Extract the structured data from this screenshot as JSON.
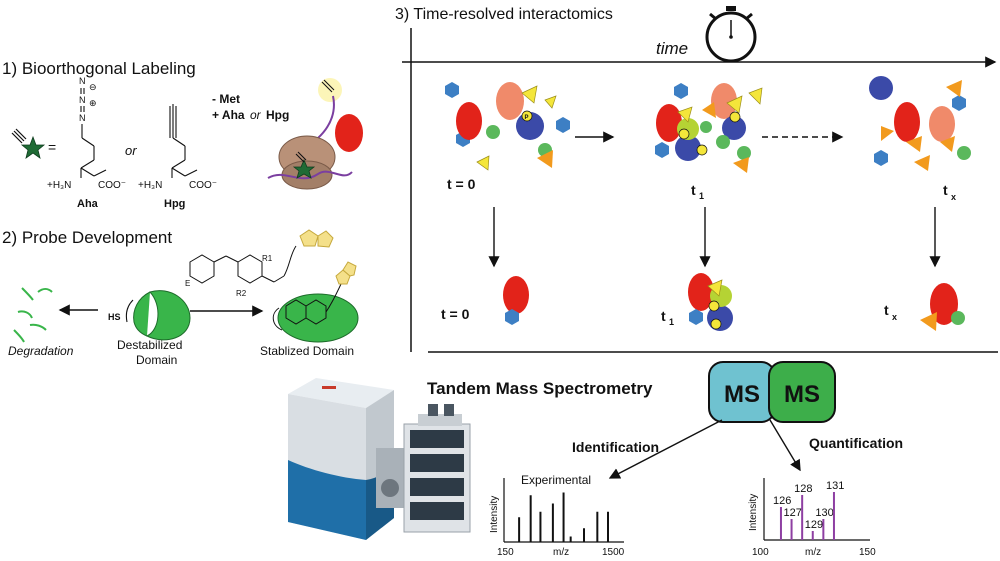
{
  "sections": {
    "labeling": {
      "title": "1) Bioorthogonal Labeling",
      "equals": "=",
      "or": "or",
      "aha": "Aha",
      "hpg": "Hpg",
      "condition_line1": "- Met",
      "condition_line2_prefix": "+ Aha",
      "condition_line2_or": "or",
      "condition_line2_suffix": "Hpg",
      "h3n": "+H₃N",
      "coo": "COO⁻",
      "n_plus": "⊕",
      "n_minus": "⊖",
      "n": "N"
    },
    "probe": {
      "title": "2) Probe Development",
      "degradation": "Degradation",
      "destabilized_line1": "Destabilized",
      "destabilized_line2": "Domain",
      "stabilized": "Stablized Domain",
      "hs": "HS",
      "r1": "R1",
      "r2": "R2",
      "e": "E"
    },
    "interactomics": {
      "title": "3) Time-resolved interactomics",
      "time": "time",
      "t0": "t = 0",
      "t1": "t",
      "t1_sub": "1",
      "tx": "t",
      "tx_sub": "x",
      "p": "P"
    },
    "ms": {
      "title": "Tandem Mass Spectrometry",
      "ms_left": "MS",
      "ms_right": "MS",
      "identification": "Identification",
      "quantification": "Quantification",
      "experimental": "Experimental",
      "ylabel": "Intensity",
      "xlabel": "m/z"
    }
  },
  "chart_data": [
    {
      "type": "bar",
      "title": "Experimental",
      "ylabel": "Intensity",
      "xlabel": "m/z",
      "xlim": [
        150,
        1500
      ],
      "x_tick_labels": [
        "150",
        "1500"
      ],
      "x": [
        320,
        450,
        560,
        700,
        820,
        900,
        1050,
        1200,
        1320
      ],
      "values": [
        0.45,
        0.85,
        0.55,
        0.7,
        0.9,
        0.1,
        0.25,
        0.55,
        0.55
      ],
      "color": "#111111"
    },
    {
      "type": "bar",
      "ylabel": "Intensity",
      "xlabel": "m/z",
      "xlim": [
        100,
        150
      ],
      "x_tick_labels": [
        "100",
        "150"
      ],
      "categories": [
        "126",
        "127",
        "128",
        "129",
        "130",
        "131"
      ],
      "x": [
        108,
        113,
        118,
        123,
        128,
        133
      ],
      "values": [
        0.55,
        0.35,
        0.75,
        0.15,
        0.35,
        0.8
      ],
      "color": "#8e3fa2"
    }
  ],
  "colors": {
    "red": "#e2231a",
    "salmon": "#f08a6a",
    "blue_circle": "#3b4aa8",
    "hexagon": "#3d7fc4",
    "green": "#5bb85c",
    "yellow": "#f4e63a",
    "orange": "#f29a1d",
    "domain_green": "#39b54a",
    "star": "#1f6b35",
    "ms_teal": "#6fc2d0",
    "ms_green": "#3dae4a",
    "purple": "#8e3fa2"
  }
}
